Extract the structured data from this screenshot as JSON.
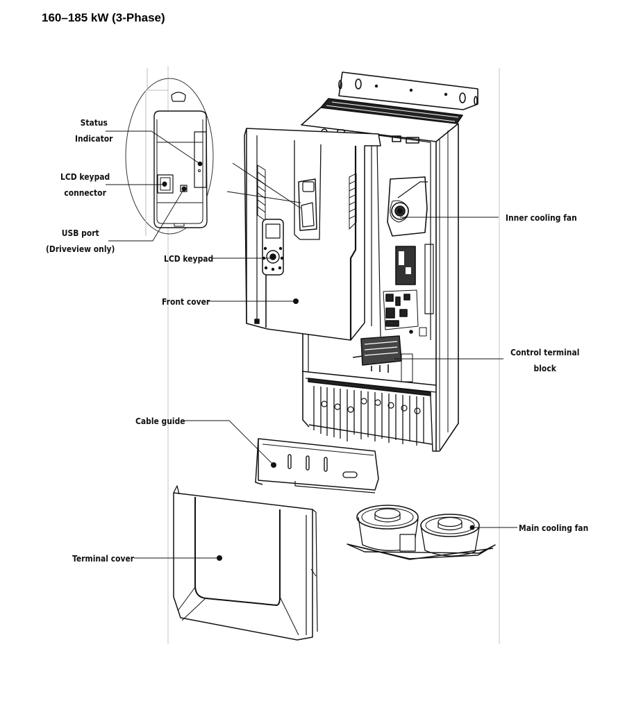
{
  "title": "160–185 kW (3-Phase)",
  "colors": {
    "ink": "#111111",
    "guide_line": "#bdbdbd",
    "background": "#ffffff"
  },
  "labels": {
    "status_indicator": [
      "Status",
      "Indicator"
    ],
    "lcd_keypad_connector": [
      "LCD keypad",
      "connector"
    ],
    "usb_port": [
      "USB port",
      "(Driveview only)"
    ],
    "lcd_keypad": "LCD keypad",
    "front_cover": "Front cover",
    "inner_cooling_fan": "Inner cooling fan",
    "control_terminal_block": [
      "Control terminal",
      "block"
    ],
    "cable_guide": "Cable guide",
    "terminal_cover": "Terminal cover",
    "main_cooling_fan": "Main cooling fan"
  }
}
